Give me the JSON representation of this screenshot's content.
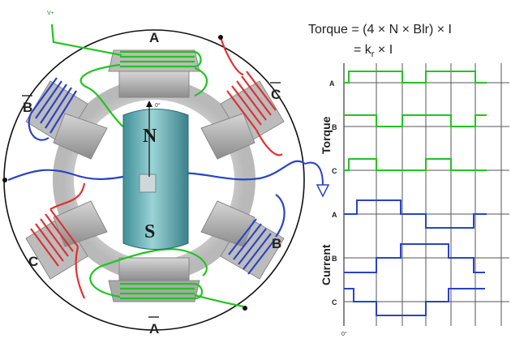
{
  "formula": {
    "line1": "Torque = (4 × N × Blr) × I",
    "line2_prefix": "= k",
    "line2_sub": "r",
    "line2_suffix": " × I"
  },
  "motor": {
    "pole_labels": {
      "a": "A",
      "a_bar": "A",
      "b": "B",
      "b_bar": "B",
      "c": "C",
      "c_bar": "C"
    },
    "rotor_north": "N",
    "rotor_south": "S",
    "rotor_angle": "0°",
    "supply_label": "V+"
  },
  "waveforms": {
    "torque_title": "Torque",
    "current_title": "Current",
    "origin_label": "0°",
    "channel_labels": [
      "A",
      "B",
      "C",
      "A",
      "B",
      "C"
    ],
    "colors": {
      "torque": "#22c422",
      "current": "#2a43c8",
      "grid": "#555555"
    }
  }
}
